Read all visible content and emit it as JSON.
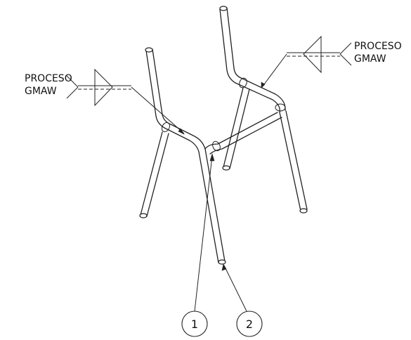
{
  "weld_symbols": [
    {
      "process_line1": "PROCESO",
      "process_line2": "GMAW"
    },
    {
      "process_line1": "PROCESO",
      "process_line2": "GMAW"
    }
  ],
  "balloons": [
    {
      "number": "1"
    },
    {
      "number": "2"
    }
  ]
}
